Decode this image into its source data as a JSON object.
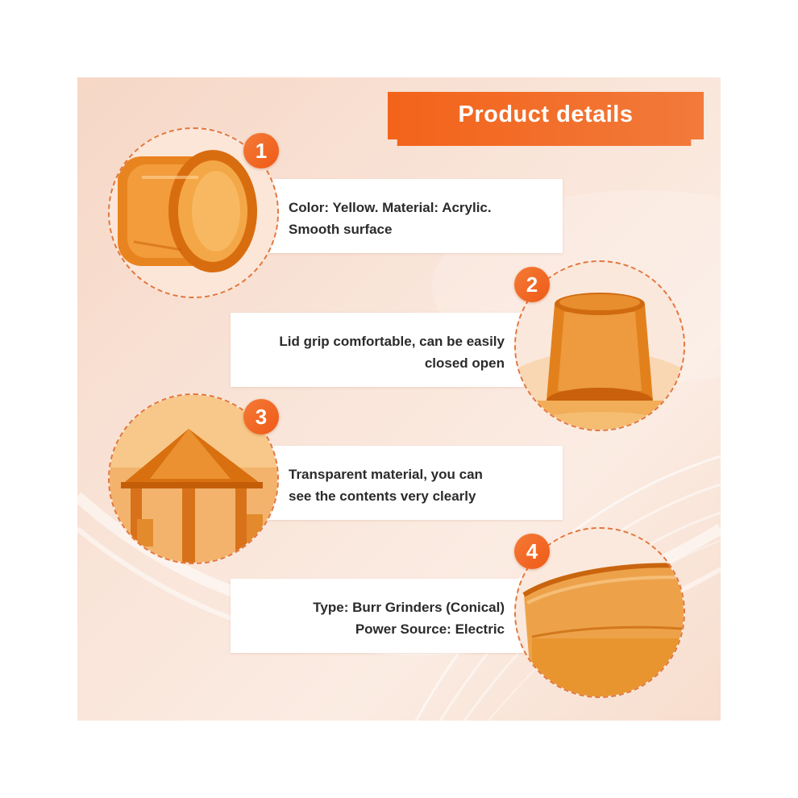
{
  "header": {
    "title": "Product details"
  },
  "items": [
    {
      "number": "1",
      "lines": [
        "Color: Yellow. Material: Acrylic.",
        "Smooth surface"
      ]
    },
    {
      "number": "2",
      "lines": [
        "Lid grip comfortable, can be easily",
        "closed open"
      ]
    },
    {
      "number": "3",
      "lines": [
        "Transparent material, you can",
        "see the contents very clearly"
      ]
    },
    {
      "number": "4",
      "lines": [
        "Type: Burr Grinders (Conical)",
        "Power Source: Electric"
      ]
    }
  ],
  "colors": {
    "accent": "#f3631a",
    "amber": "#e8891e",
    "background": "#f8e2d5",
    "card": "#ffffff",
    "text": "#2b2b2b"
  },
  "icons": {
    "item1": "acrylic-ring-icon",
    "item2": "lid-cap-icon",
    "item3": "cone-burr-icon",
    "item4": "bowl-rim-icon"
  }
}
